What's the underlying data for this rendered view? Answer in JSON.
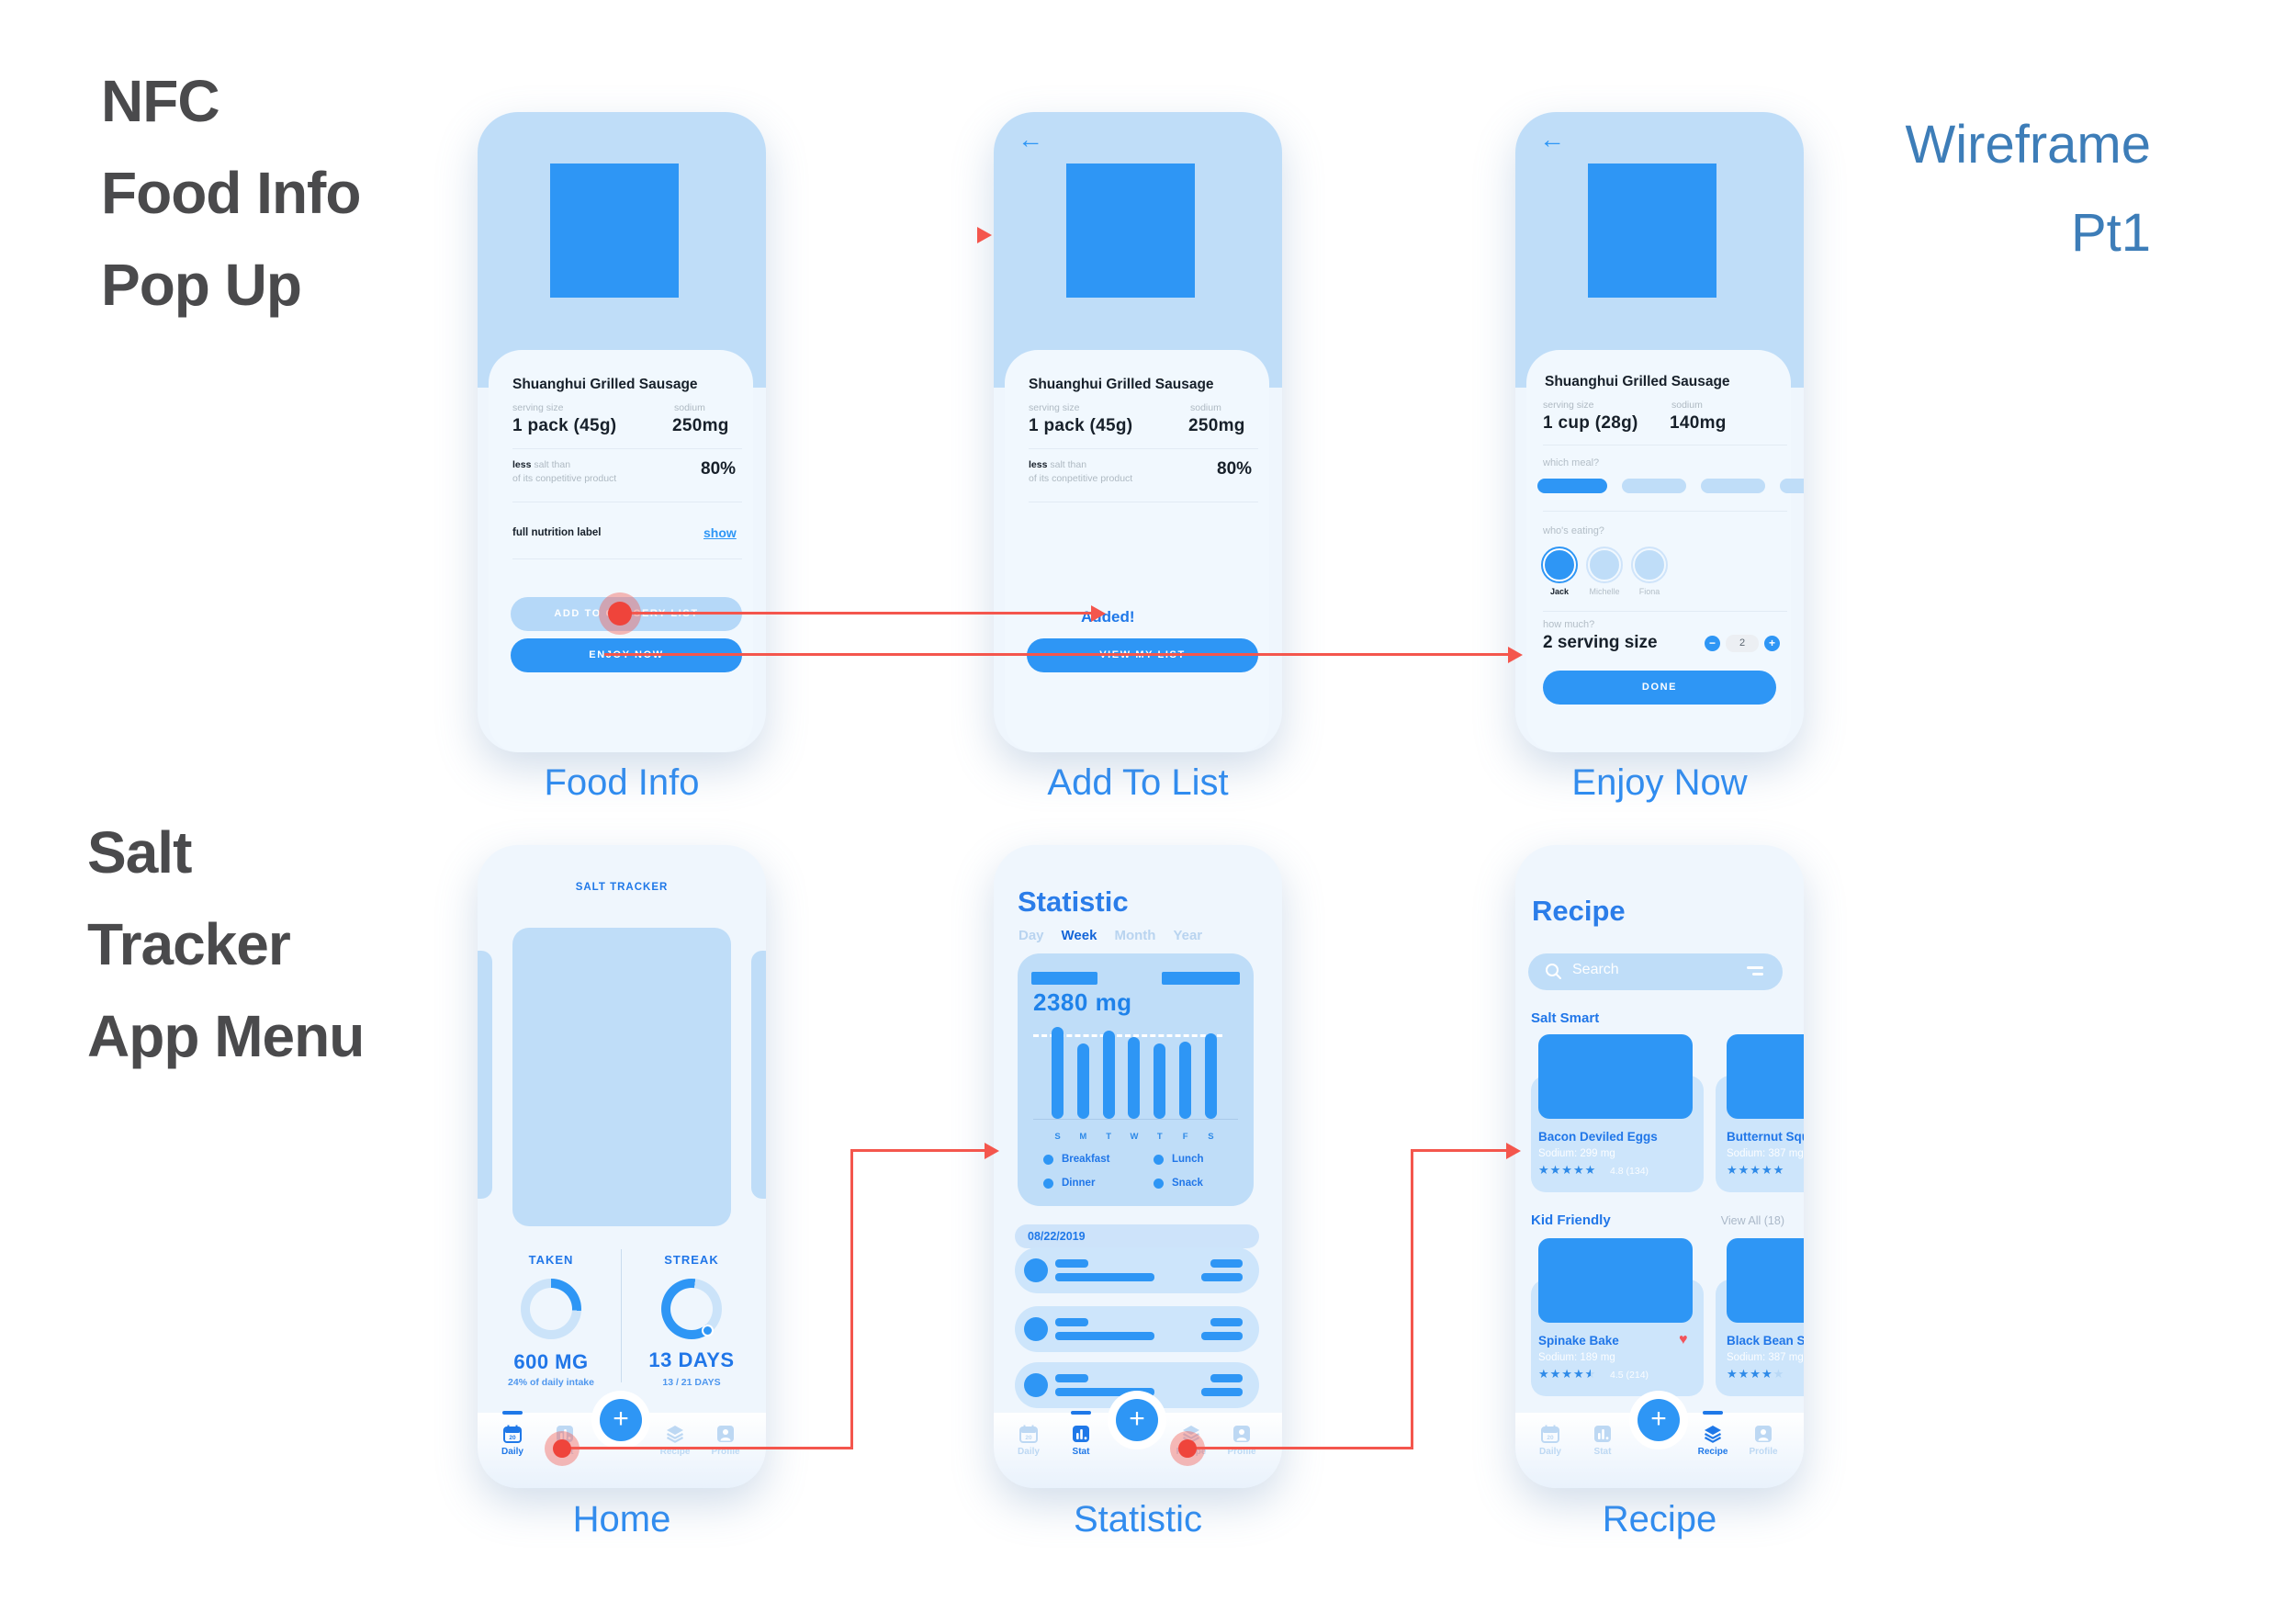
{
  "headings": {
    "nfc": "NFC\nFood Info\nPop Up",
    "wireframe": "Wireframe\nPt1",
    "salt": "Salt\nTracker\nApp Menu"
  },
  "captions": {
    "food_info": "Food Info",
    "add_to_list": "Add To List",
    "enjoy_now": "Enjoy Now",
    "home": "Home",
    "statistic": "Statistic",
    "recipe": "Recipe"
  },
  "colors": {
    "accent": "#2e96f5",
    "deep_blue": "#2076e8",
    "panel_blue": "#bfddf8",
    "red": "#f4564d",
    "heading_gray": "#4a4a4c",
    "wireframe_blue": "#3d7db8",
    "caption_blue": "#2e8cf2"
  },
  "screen1": {
    "title": "Shuanghui Grilled Sausage",
    "serving_label": "serving size",
    "serving_value": "1 pack (45g)",
    "sodium_label": "sodium",
    "sodium_value": "250mg",
    "less_bold": "less",
    "less_tail": " salt than",
    "less_line2": "of its conpetitive product",
    "percent": "80%",
    "nutrition_label": "full nutrition label",
    "show_link": "show",
    "add_button": "ADD TO GROCERY LIST",
    "enjoy_button": "ENJOY NOW"
  },
  "screen2": {
    "back": "←",
    "title": "Shuanghui Grilled Sausage",
    "serving_label": "serving size",
    "serving_value": "1 pack (45g)",
    "sodium_label": "sodium",
    "sodium_value": "250mg",
    "less_bold": "less",
    "less_tail": " salt than",
    "less_line2": "of its conpetitive product",
    "percent": "80%",
    "added": "Added!",
    "view_button": "VIEW MY LIST"
  },
  "screen3": {
    "back": "←",
    "title": "Shuanghui Grilled Sausage",
    "serving_label": "serving size",
    "serving_value": "1 cup (28g)",
    "sodium_label": "sodium",
    "sodium_value": "140mg",
    "which_meal": "which meal?",
    "whos_eating": "who's eating?",
    "people": [
      {
        "name": "Jack",
        "selected": true
      },
      {
        "name": "Michelle",
        "selected": false
      },
      {
        "name": "Fiona",
        "selected": false
      }
    ],
    "how_much": "how much?",
    "serving_size": "2 serving size",
    "minus": "−",
    "qty": "2",
    "plus": "+",
    "done_button": "DONE"
  },
  "home": {
    "app_title": "SALT TRACKER",
    "taken_label": "TAKEN",
    "taken_value": "600 MG",
    "taken_sub": "24% of daily intake",
    "taken_percent": 26,
    "streak_label": "STREAK",
    "streak_value": "13 DAYS",
    "streak_sub": "13 / 21 DAYS",
    "streak_percent": 62
  },
  "tabbar": {
    "items": [
      {
        "label": "Daily",
        "icon": "calendar-icon"
      },
      {
        "label": "Stat",
        "icon": "bar-chart-icon"
      },
      {
        "label": "Recipe",
        "icon": "layers-icon"
      },
      {
        "label": "Profile",
        "icon": "profile-icon"
      }
    ],
    "fab": "+",
    "calendar_day": "20"
  },
  "statistic": {
    "title": "Statistic",
    "range_tabs": [
      {
        "label": "Day",
        "active": false
      },
      {
        "label": "Week",
        "active": true
      },
      {
        "label": "Month",
        "active": false
      },
      {
        "label": "Year",
        "active": false
      }
    ],
    "date_header": "08/22/2019"
  },
  "chart_data": {
    "type": "bar",
    "title": "2380 mg",
    "categories": [
      "S",
      "M",
      "T",
      "W",
      "T",
      "F",
      "S"
    ],
    "values": [
      2640,
      2170,
      2540,
      2350,
      2170,
      2220,
      2460
    ],
    "unit": "mg",
    "threshold": 2380,
    "ylim": [
      0,
      2700
    ],
    "grid": false,
    "legend": [
      "Breakfast",
      "Lunch",
      "Dinner",
      "Snack"
    ],
    "legend_position": "bottom"
  },
  "recipe": {
    "title": "Recipe",
    "search_placeholder": "Search",
    "star_glyphs": "★★★★★",
    "heart": "♥",
    "sections": [
      {
        "header": "Salt Smart",
        "view_all": "",
        "cards": [
          {
            "title": "Bacon Deviled Eggs",
            "sodium": "Sodium: 299 mg",
            "stars": 5,
            "rating": "4.8 (134)"
          },
          {
            "title": "Butternut Squa",
            "sodium": "Sodium: 387 mg",
            "stars": 5,
            "rating": ""
          }
        ]
      },
      {
        "header": "Kid Friendly",
        "view_all": "View All (18)",
        "cards": [
          {
            "title": "Spinake Bake",
            "sodium": "Sodium: 189 mg",
            "stars": 4.5,
            "rating": "4.5 (214)"
          },
          {
            "title": "Black Bean Sal",
            "sodium": "Sodium: 387 mg",
            "stars": 4,
            "rating": ""
          }
        ]
      }
    ]
  }
}
